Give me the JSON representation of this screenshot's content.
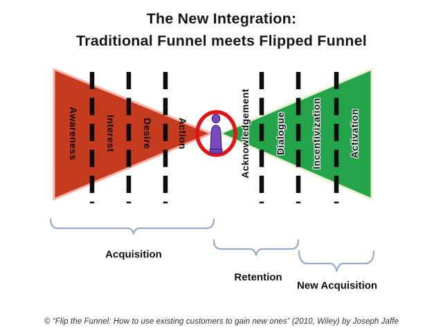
{
  "title": {
    "line1": "The New Integration:",
    "line2": "Traditional Funnel meets Flipped Funnel"
  },
  "funnels": {
    "traditional": {
      "stages": [
        "Awareness",
        "Interest",
        "Desire",
        "Action"
      ],
      "fill_color": "#C63A1E",
      "edge_color": "#F6B2A8"
    },
    "flipped": {
      "stages": [
        "Acknowledgement",
        "Dialogue",
        "Incentivization",
        "Activation"
      ],
      "fill_color": "#23A44A",
      "edge_color": "#EAF2CC"
    }
  },
  "center_marker": {
    "icon": "person-icon",
    "ring_color": "#E21414",
    "person_color": "#7A49C0",
    "person_outline_color": "#3A2374"
  },
  "divider_color": "#0d0d0d",
  "brace_color": "#94ABCB",
  "phases": [
    {
      "label": "Acquisition"
    },
    {
      "label": "Retention"
    },
    {
      "label": "New Acquisition"
    }
  ],
  "footer": {
    "citation": "© “Flip the Funnel: How to use existing customers to gain new ones” (2010, Wiley) by Joseph Jaffe"
  }
}
